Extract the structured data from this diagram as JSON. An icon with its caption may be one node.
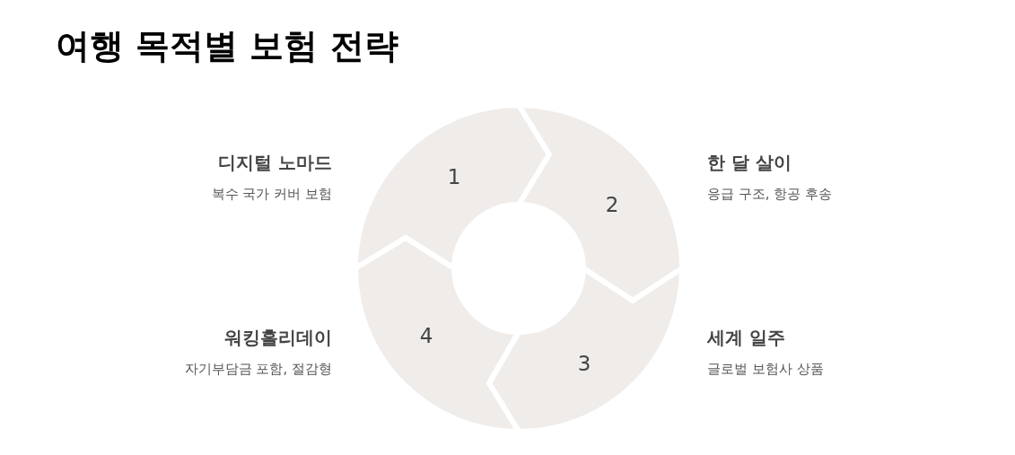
{
  "diagram": {
    "title": "여행 목적별 보험 전략",
    "nodes": [
      {
        "text": [
          "1"
        ],
        "beside": [
          "디지털 노마드",
          "복수 국가 커버 보험"
        ]
      },
      {
        "text": [
          "2"
        ],
        "beside": [
          "한 달 살이",
          "응급 구조, 항공 후송"
        ]
      },
      {
        "text": [
          "3"
        ],
        "beside": [
          "세계 일주",
          "글로벌 보험사 상품"
        ]
      },
      {
        "text": [
          "4"
        ],
        "beside": [
          "워킹홀리데이",
          "자기부담금 포함, 절감형"
        ]
      }
    ]
  }
}
